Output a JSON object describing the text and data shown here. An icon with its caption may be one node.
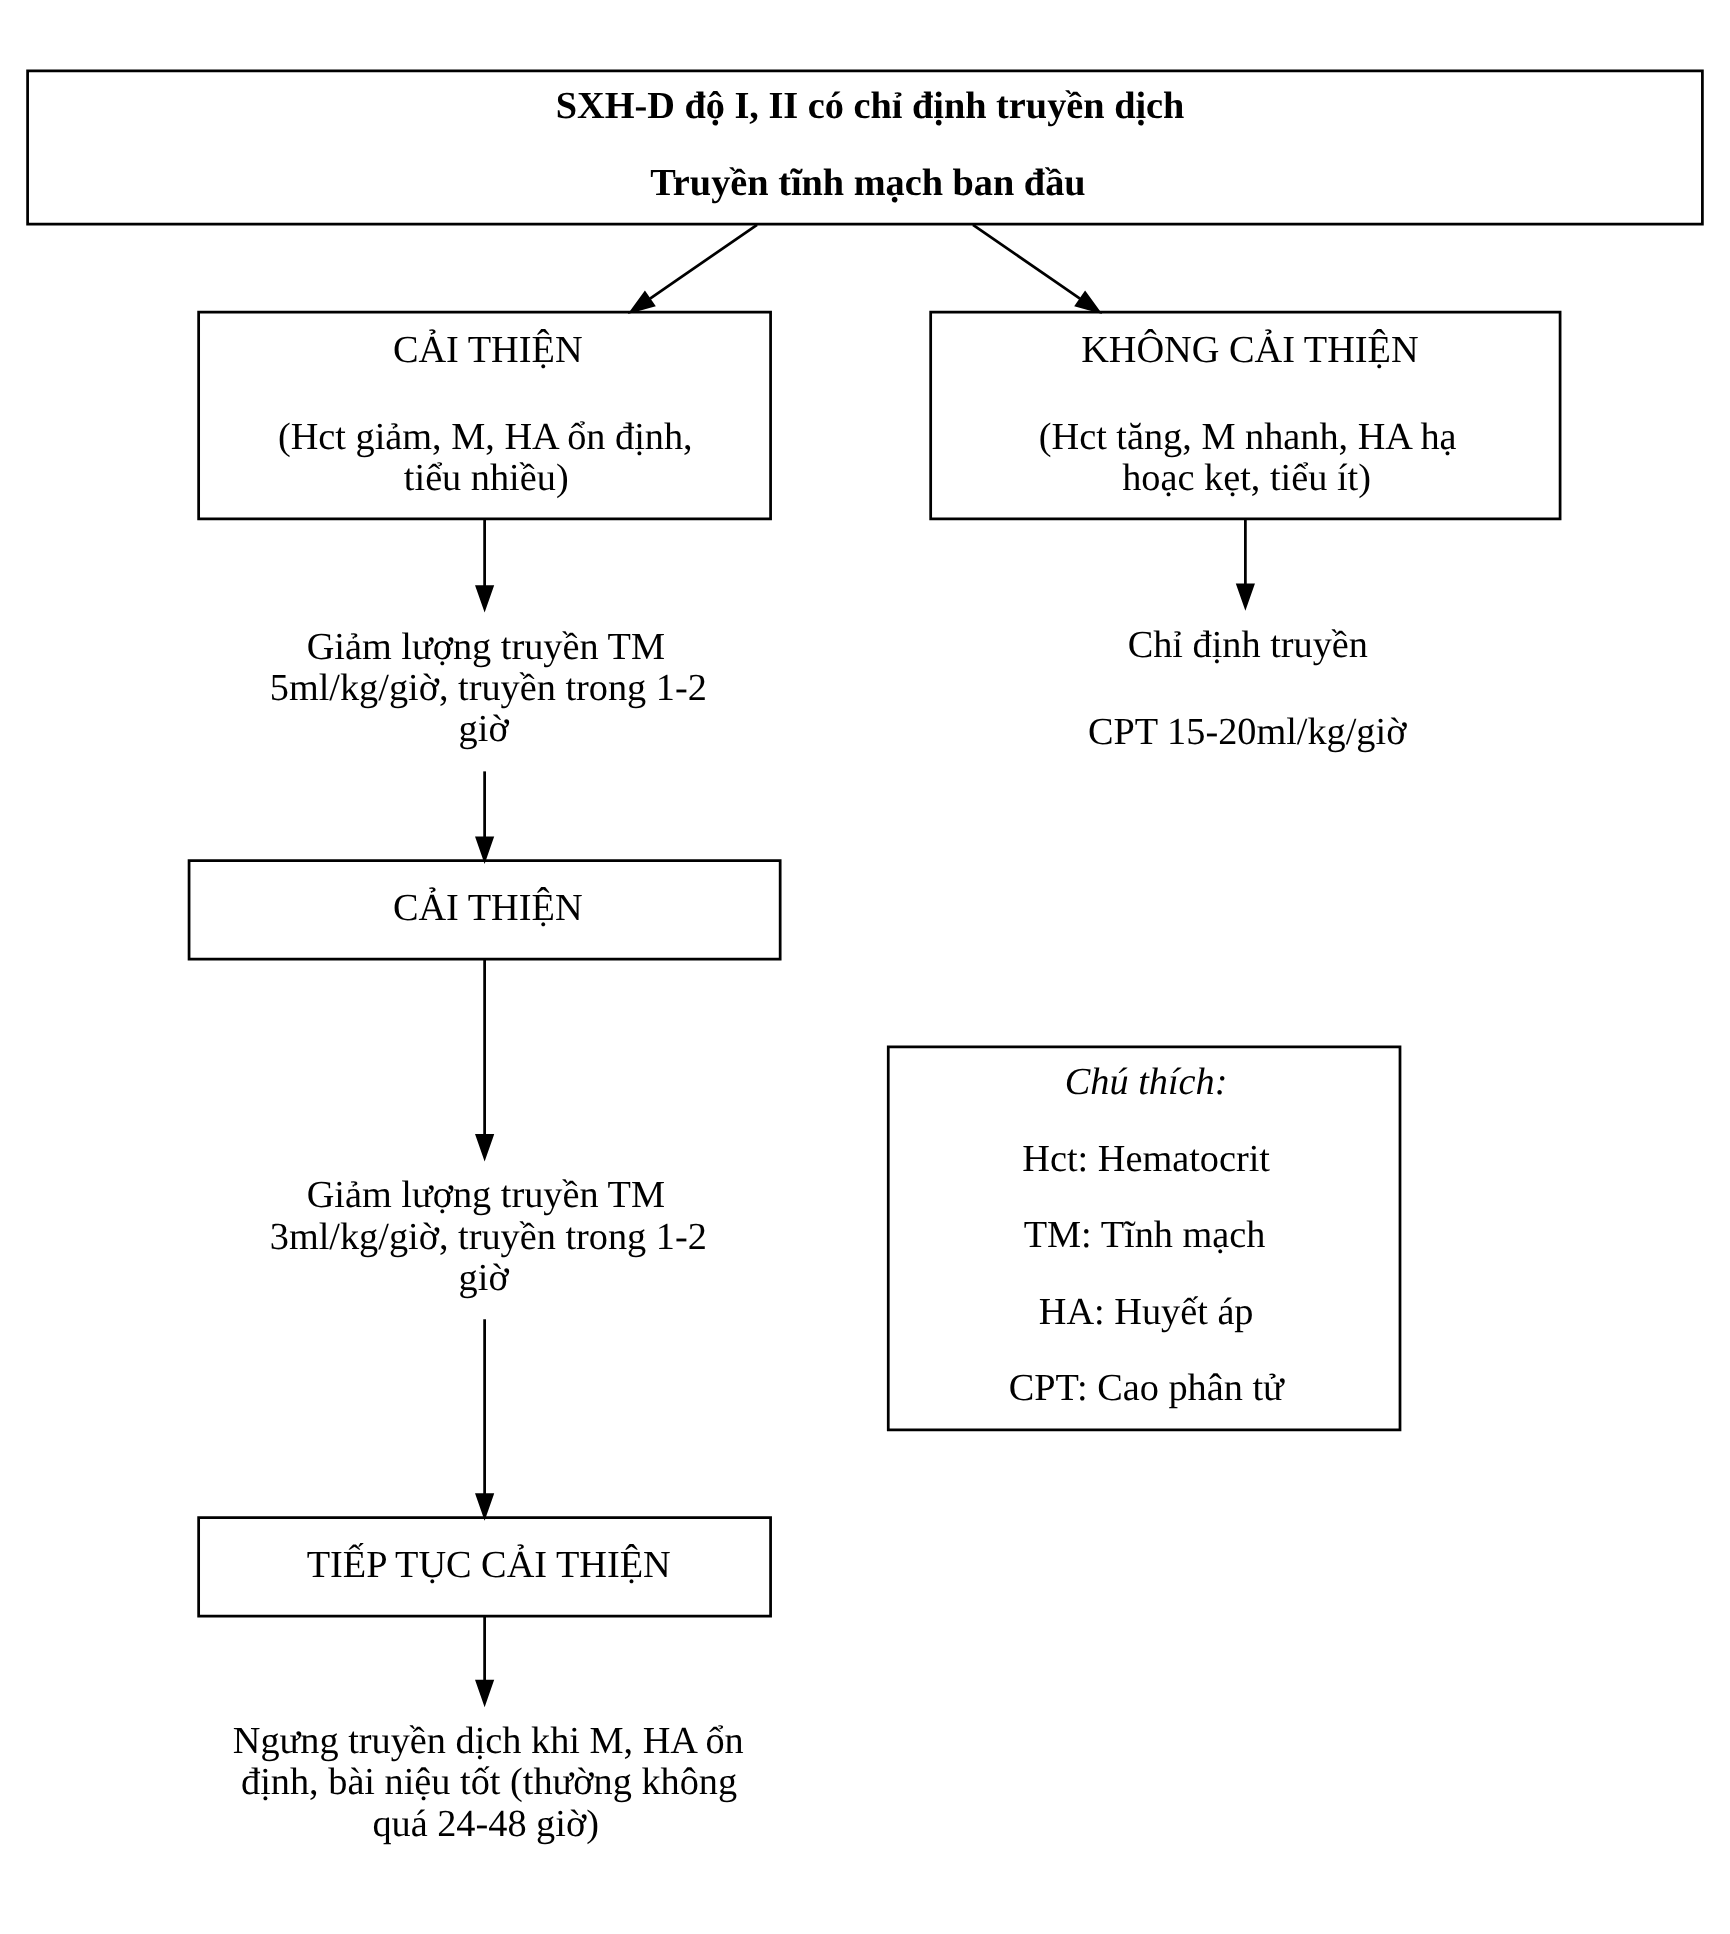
{
  "diagram": {
    "nodes": [
      {
        "text": [
          "SXH-D độ I, II có chỉ định truyền dịch",
          "Truyền tĩnh mạch ban đầu"
        ]
      },
      {
        "text": [
          "CẢI THIỆN",
          "(Hct giảm, M, HA ổn định, tiểu nhiều)"
        ]
      },
      {
        "text": [
          "KHÔNG CẢI THIỆN",
          "(Hct tăng, M nhanh, HA hạ hoạc kẹt, tiểu ít)"
        ]
      },
      {
        "text": [
          "Giảm lượng truyền TM 5ml/kg/giờ, truyền trong 1-2 giờ"
        ]
      },
      {
        "text": [
          "Chỉ định truyền",
          "CPT 15-20ml/kg/giờ"
        ]
      },
      {
        "text": [
          "CẢI THIỆN"
        ]
      },
      {
        "text": [
          "Giảm lượng truyền TM 3ml/kg/giờ, truyền trong 1-2 giờ"
        ]
      },
      {
        "text": [
          "TIẾP TỤC CẢI THIỆN"
        ]
      },
      {
        "text": [
          "Ngưng truyền dịch khi M, HA ổn định, bài niệu tốt (thường không quá 24-48 giờ)"
        ]
      },
      {
        "text": [
          "Chú thích:",
          "Hct: Hematocrit",
          "TM: Tĩnh mạch",
          "HA: Huyết áp",
          "CPT: Cao phân tử"
        ]
      }
    ],
    "edges": [
      {
        "from": 0,
        "to": 1,
        "arrow": "to"
      },
      {
        "from": 0,
        "to": 2,
        "arrow": "to"
      },
      {
        "from": 1,
        "to": 3,
        "arrow": "to"
      },
      {
        "from": 2,
        "to": 4,
        "arrow": "to"
      },
      {
        "from": 3,
        "to": 5,
        "arrow": "to"
      },
      {
        "from": 5,
        "to": 6,
        "arrow": "to"
      },
      {
        "from": 6,
        "to": 7,
        "arrow": "to"
      },
      {
        "from": 7,
        "to": 8,
        "arrow": "to"
      }
    ]
  }
}
